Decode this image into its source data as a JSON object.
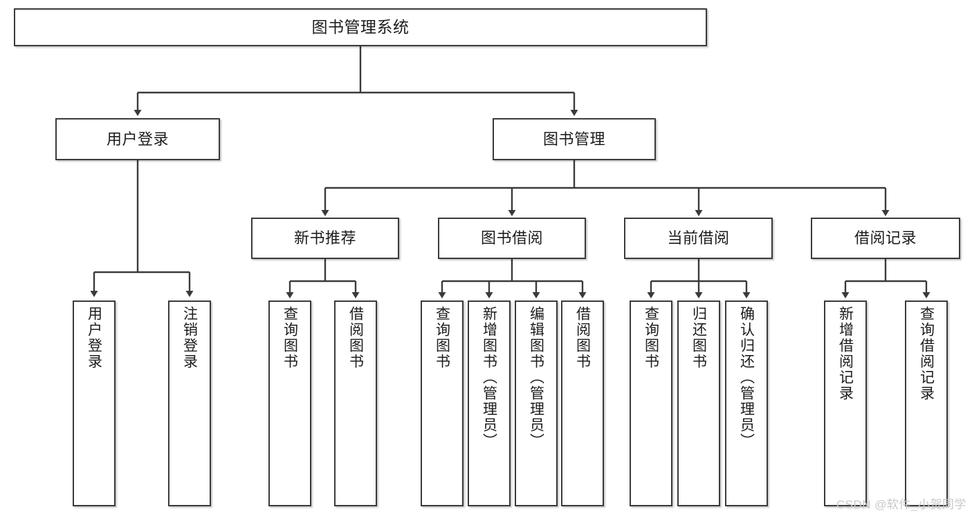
{
  "diagram": {
    "title": "图书管理系统",
    "watermark": "CSDN @软件_小贺同学",
    "colors": {
      "box_border": "#3a3a3a",
      "box_fill": "#ffffff",
      "connector": "#3a3a3a",
      "text": "#1c1c1c",
      "watermark": "#c9c9c9"
    },
    "levels": {
      "root": {
        "label": "图书管理系统"
      },
      "level2": [
        {
          "label": "用户登录"
        },
        {
          "label": "图书管理"
        }
      ],
      "level3": [
        {
          "label": "新书推荐"
        },
        {
          "label": "图书借阅"
        },
        {
          "label": "当前借阅"
        },
        {
          "label": "借阅记录"
        }
      ],
      "leaves": {
        "user_login": [
          {
            "label": "用户登录"
          },
          {
            "label": "注销登录"
          }
        ],
        "new_book_recommend": [
          {
            "label": "查询图书"
          },
          {
            "label": "借阅图书"
          }
        ],
        "book_borrow": [
          {
            "label": "查询图书"
          },
          {
            "label": "新增图书（管理员）"
          },
          {
            "label": "编辑图书（管理员）"
          },
          {
            "label": "借阅图书"
          }
        ],
        "current_borrow": [
          {
            "label": "查询图书"
          },
          {
            "label": "归还图书"
          },
          {
            "label": "确认归还（管理员）"
          }
        ],
        "borrow_record": [
          {
            "label": "新增借阅记录"
          },
          {
            "label": "查询借阅记录"
          }
        ]
      }
    }
  }
}
